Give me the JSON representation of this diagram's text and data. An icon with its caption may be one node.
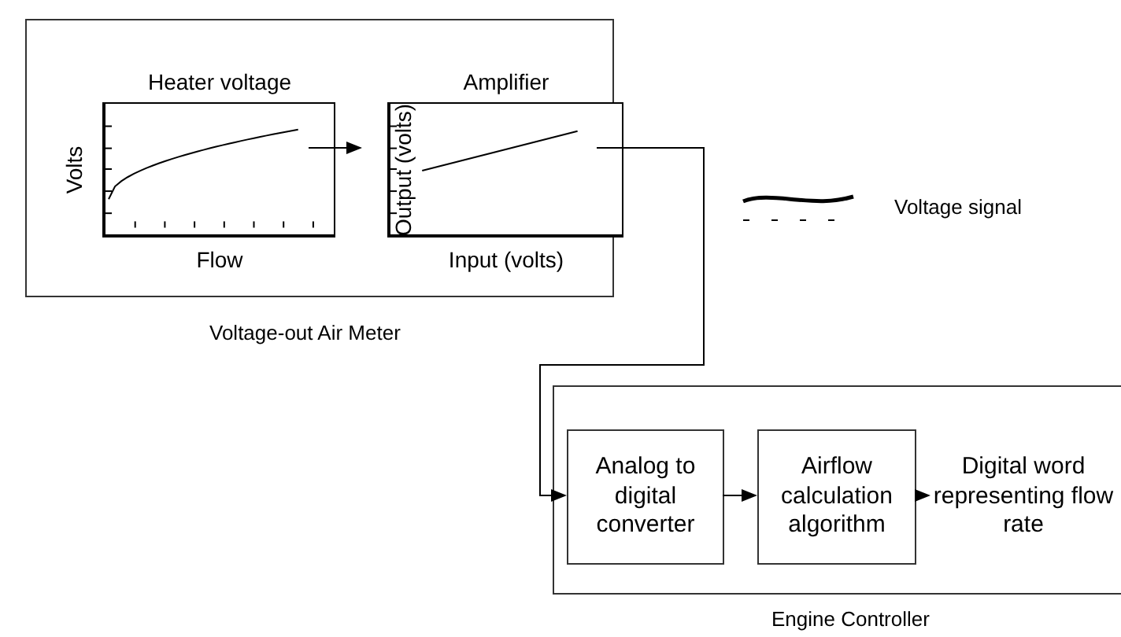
{
  "diagram": {
    "nodes": [
      {
        "text": [],
        "shape": "box",
        "beside": [
          "Voltage-out Air Meter"
        ]
      },
      {
        "text": [
          "Heater voltage",
          "Volts",
          "Flow"
        ],
        "in": 0
      },
      {
        "text": [
          "Amplifier",
          "Output (volts)",
          "Input (volts)"
        ],
        "in": 0
      },
      {
        "text": [],
        "shape": "box",
        "beside": [
          "Engine Controller"
        ]
      },
      {
        "text": [
          "Analog to digital converter"
        ],
        "in": 3
      },
      {
        "text": [
          "Airflow calculation algorithm"
        ],
        "in": 3
      },
      {
        "text": [
          "Digital word representing flow rate"
        ],
        "in": 3
      }
    ],
    "edges": [
      {
        "from": 1,
        "to": 2,
        "arrow": "to"
      },
      {
        "from": 2,
        "to": 4,
        "arrow": "to"
      },
      {
        "from": 4,
        "to": 5,
        "arrow": "to"
      },
      {
        "from": 5,
        "to": 6,
        "arrow": "to"
      }
    ],
    "legend": [
      {
        "text": "Voltage signal"
      }
    ]
  }
}
